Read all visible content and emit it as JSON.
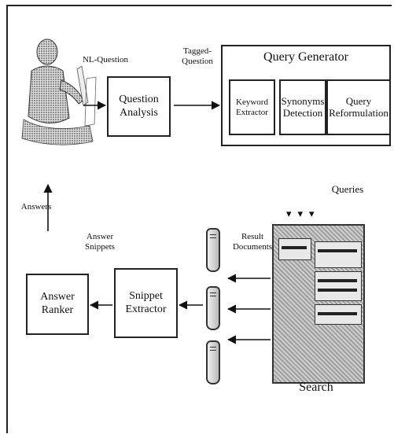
{
  "diagram": {
    "nodes": {
      "question_analysis": "Question\nAnalysis",
      "query_generator": "Query Generator",
      "keyword_extractor": "Keyword\nExtractor",
      "synonyms_detection": "Synonyms\nDetection",
      "query_reformulation": "Query\nReformulation",
      "answer_ranker": "Answer\nRanker",
      "snippet_extractor": "Snippet\nExtractor",
      "search": "Search"
    },
    "edge_labels": {
      "nl_question": "NL-Question",
      "tagged_question": "Tagged-\nQuestion",
      "queries": "Queries",
      "answers": "Answers",
      "answer_snippets": "Answer\nSnippets",
      "result_documents": "Result\nDocuments"
    }
  }
}
